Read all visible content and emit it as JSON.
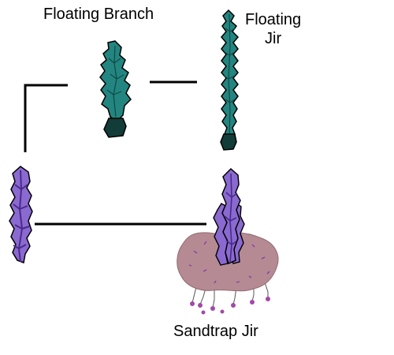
{
  "labels": {
    "floating_branch": "Floating Branch",
    "floating_jir_line1": "Floating",
    "floating_jir_line2": "Jir",
    "sandtrap_jir": "Sandtrap Jir"
  },
  "colors": {
    "teal_leaf": "#23857f",
    "teal_dark": "#0f4a46",
    "teal_bulb": "#123c38",
    "purple_leaf": "#8a6ad0",
    "purple_dark": "#4a2a8a",
    "sand_mound": "#b58a93",
    "sand_speckle": "#8a3fa0",
    "root_bulb": "#a04aa8",
    "connector": "#000000"
  }
}
